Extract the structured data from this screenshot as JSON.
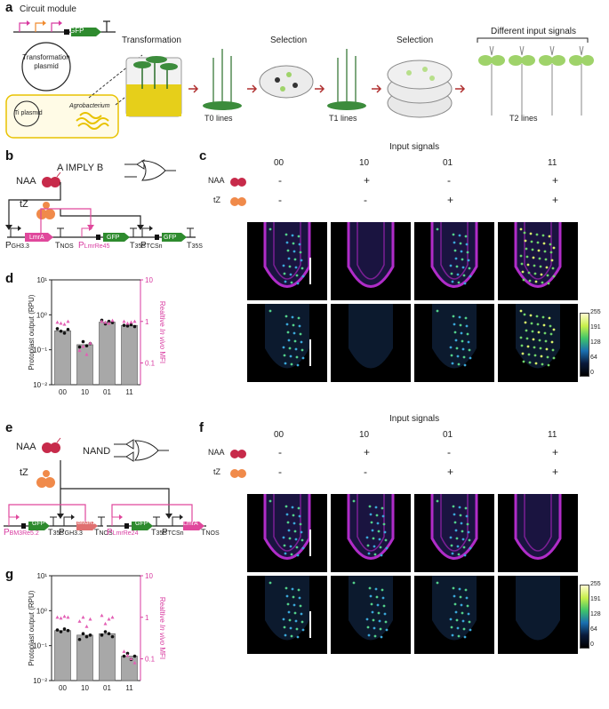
{
  "panels": {
    "a": "a",
    "b": "b",
    "c": "c",
    "d": "d",
    "e": "e",
    "f": "f",
    "g": "g"
  },
  "a": {
    "circuit_module": "Circuit module",
    "gfp": "GFP",
    "transformation_plasmid": "Transformation plasmid",
    "ti_plasmid": "Ti plasmid",
    "agrobacterium": "Agrobacterium",
    "step_transformation": "Transformation",
    "step_selection1": "Selection",
    "step_selection2": "Selection",
    "step_input": "Different input signals",
    "t0": "T0 lines",
    "t1": "T1 lines",
    "t2": "T2 lines"
  },
  "b": {
    "gate": "A IMPLY B",
    "naa": "NAA",
    "tz": "tZ",
    "parts": {
      "p_gh33": "P",
      "p_gh33_sub": "GH3.3",
      "lmra": "LmrA",
      "t_nos": "T",
      "t_nos_sub": "NOS",
      "p_lmr": "P",
      "p_lmr_sub": "LmrRe45",
      "gfp1": "GFP",
      "t_35s": "T",
      "t_35s_sub": "35S",
      "p_tcsn": "P",
      "p_tcsn_sub": "TCSn",
      "gfp2": "GFP",
      "t_35s2": "T",
      "t_35s2_sub": "35S"
    }
  },
  "e": {
    "gate": "NAND",
    "naa": "NAA",
    "tz": "tZ",
    "parts": {
      "p_bm3": "P",
      "p_bm3_sub": "BM3Re5.2",
      "gfp1": "GFP",
      "t_35s": "T",
      "t_35s_sub": "35S",
      "p_gh33": "P",
      "p_gh33_sub": "GH3.3",
      "bm3r1": "BM3R1",
      "t_nos": "T",
      "t_nos_sub": "NOS",
      "p_lmr": "P",
      "p_lmr_sub": "LmrRe24",
      "gfp2": "GFP",
      "t_35s2": "T",
      "t_35s2_sub": "35S",
      "p_tcsn": "P",
      "p_tcsn_sub": "TCSn",
      "lmra": "LmrA",
      "t_nos2": "T",
      "t_nos2_sub": "NOS"
    }
  },
  "c": {
    "title": "Input signals",
    "conditions": [
      "00",
      "10",
      "01",
      "11"
    ],
    "naa_label": "NAA",
    "tz_label": "tZ",
    "naa_signs": [
      "-",
      "+",
      "-",
      "+"
    ],
    "tz_signs": [
      "-",
      "-",
      "+",
      "+"
    ],
    "colorbar_ticks": [
      "255",
      "191",
      "128",
      "64",
      "0"
    ]
  },
  "f": {
    "title": "Input signals",
    "conditions": [
      "00",
      "10",
      "01",
      "11"
    ],
    "naa_label": "NAA",
    "tz_label": "tZ",
    "naa_signs": [
      "-",
      "+",
      "-",
      "+"
    ],
    "tz_signs": [
      "-",
      "-",
      "+",
      "+"
    ],
    "colorbar_ticks": [
      "255",
      "191",
      "128",
      "64",
      "0"
    ]
  },
  "chart_data": [
    {
      "panel": "d",
      "type": "bar",
      "categories": [
        "00",
        "10",
        "01",
        "11"
      ],
      "values": [
        0.35,
        0.14,
        0.62,
        0.5
      ],
      "ylabel": "Protoplast output (RPU)",
      "y2label_pre": "Realtive ",
      "y2label_it": "In vivo",
      "y2label_post": " MFI",
      "yscale": "log",
      "ylim": [
        0.01,
        10
      ],
      "y_ticks": [
        "10¹",
        "10⁰",
        "10⁻¹",
        "10⁻²"
      ],
      "y2_ticks": [
        "10",
        "1",
        "0.1"
      ],
      "protoplast_points": [
        [
          0.4,
          0.34,
          0.3,
          0.38
        ],
        [
          0.12,
          0.17,
          0.13,
          0.15
        ],
        [
          0.7,
          0.55,
          0.65,
          0.6
        ],
        [
          0.5,
          0.48,
          0.52,
          0.46
        ]
      ],
      "invivo_points": [
        [
          0.95,
          0.9,
          0.85,
          1.0
        ],
        [
          0.2,
          0.25,
          0.16,
          0.3
        ],
        [
          1.0,
          0.95,
          0.9,
          1.05
        ],
        [
          1.0,
          0.9,
          0.95,
          1.0
        ]
      ]
    },
    {
      "panel": "g",
      "type": "bar",
      "categories": [
        "00",
        "10",
        "01",
        "11"
      ],
      "values": [
        0.27,
        0.2,
        0.22,
        0.05
      ],
      "ylabel": "Protoplast output (RPU)",
      "y2label_pre": "Realtive ",
      "y2label_it": "In vivo",
      "y2label_post": " MFI",
      "yscale": "log",
      "ylim": [
        0.01,
        10
      ],
      "y_ticks": [
        "10¹",
        "10⁰",
        "10⁻¹",
        "10⁻²"
      ],
      "y2_ticks": [
        "10",
        "1",
        "0.1"
      ],
      "protoplast_points": [
        [
          0.28,
          0.25,
          0.3,
          0.27
        ],
        [
          0.15,
          0.22,
          0.18,
          0.2
        ],
        [
          0.2,
          0.25,
          0.22,
          0.18
        ],
        [
          0.05,
          0.06,
          0.04,
          0.05
        ]
      ],
      "invivo_points": [
        [
          1.0,
          0.95,
          1.05,
          1.0
        ],
        [
          0.8,
          1.0,
          0.6,
          0.9
        ],
        [
          1.1,
          0.7,
          0.9,
          1.0
        ],
        [
          0.15,
          0.12,
          0.1,
          0.08
        ]
      ]
    }
  ]
}
